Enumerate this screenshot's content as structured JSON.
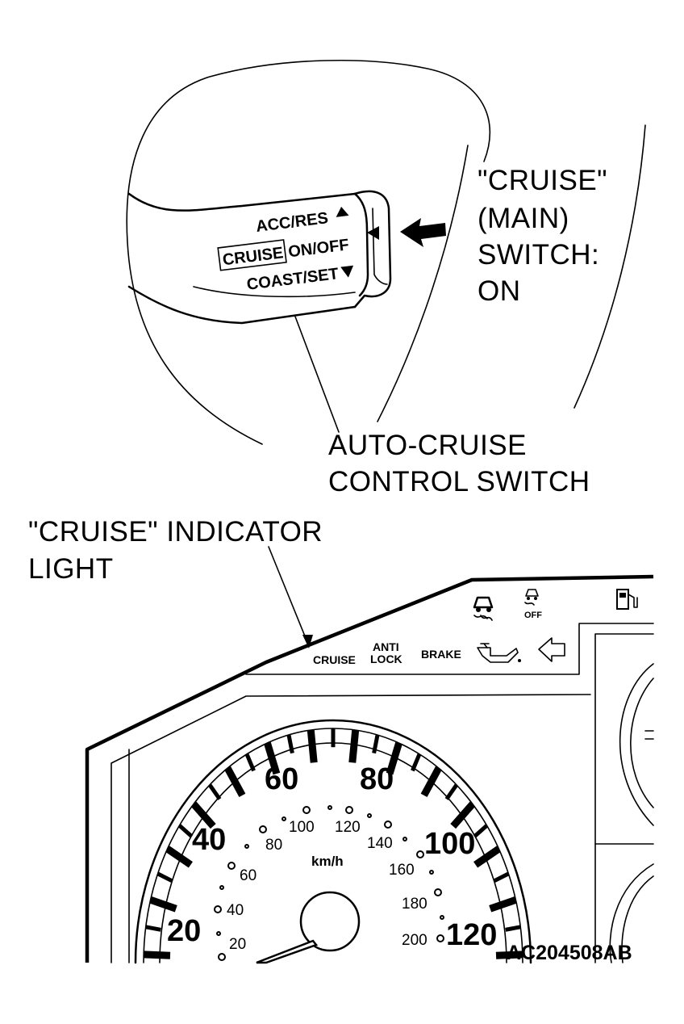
{
  "callouts": {
    "main_switch": [
      "\"CRUISE\"",
      "(MAIN)",
      "SWITCH:",
      "ON"
    ],
    "control_switch": [
      "AUTO-CRUISE",
      "CONTROL SWITCH"
    ],
    "indicator": [
      "\"CRUISE\" INDICATOR",
      "LIGHT"
    ]
  },
  "switch_labels": {
    "acc_res": "ACC/RES",
    "cruise": "CRUISE",
    "on_off": "ON/OFF",
    "coast_set": "COAST/SET"
  },
  "indicator_panel": {
    "cruise": "CRUISE",
    "anti": "ANTI",
    "lock": "LOCK",
    "brake": "BRAKE",
    "off": "OFF",
    "icons": [
      "traction-control-icon",
      "traction-off-icon",
      "fuel-pump-icon",
      "oil-can-icon",
      "turn-arrow-icon"
    ]
  },
  "speedometer": {
    "major_labels": [
      "20",
      "40",
      "60",
      "80",
      "100",
      "120"
    ],
    "minor_labels": [
      "20",
      "40",
      "60",
      "80",
      "100",
      "120",
      "140",
      "160",
      "180",
      "200"
    ],
    "unit": "km/h"
  },
  "figure_code": "AC204508AB"
}
